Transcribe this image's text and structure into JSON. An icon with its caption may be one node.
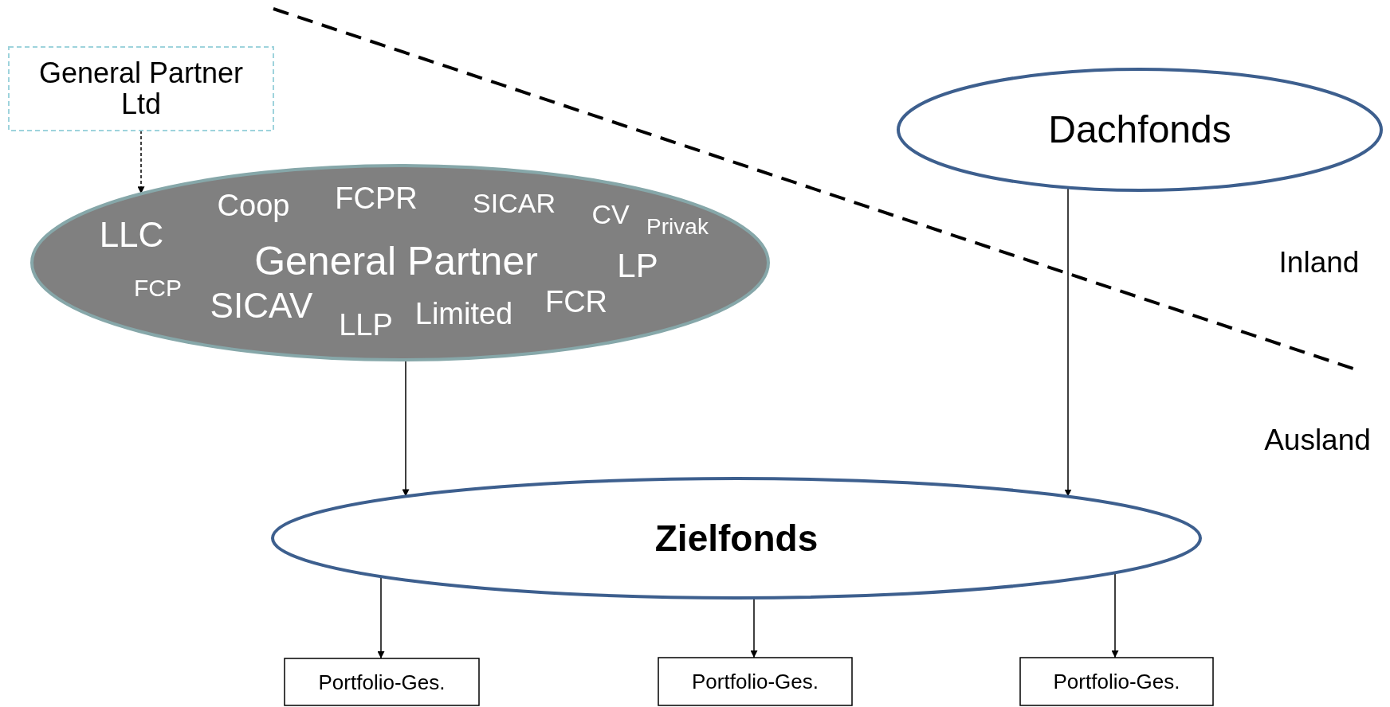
{
  "diagram": {
    "nodes": [
      {
        "text": [
          "General Partner Ltd"
        ]
      },
      {
        "text": [
          "LLC",
          "Coop",
          "FCPR",
          "SICAR",
          "CV",
          "Privak",
          "General Partner",
          "LP",
          "FCP",
          "SICAV",
          "LLP",
          "Limited",
          "FCR"
        ]
      },
      {
        "text": [
          "Dachfonds"
        ]
      },
      {
        "text": [
          "Zielfonds"
        ]
      },
      {
        "text": [
          "Portfolio-Ges."
        ]
      },
      {
        "text": [
          "Portfolio-Ges."
        ]
      },
      {
        "text": [
          "Portfolio-Ges."
        ]
      }
    ],
    "edges": [
      {
        "from": 0,
        "to": 1,
        "arrow": "to",
        "style": "dashed"
      },
      {
        "from": 1,
        "to": 3,
        "arrow": "to"
      },
      {
        "from": 2,
        "to": 3,
        "arrow": "to"
      },
      {
        "from": 3,
        "to": 4,
        "arrow": "to"
      },
      {
        "from": 3,
        "to": 5,
        "arrow": "to"
      },
      {
        "from": 3,
        "to": 6,
        "arrow": "to"
      }
    ],
    "labels": [
      "Inland",
      "Ausland"
    ]
  }
}
